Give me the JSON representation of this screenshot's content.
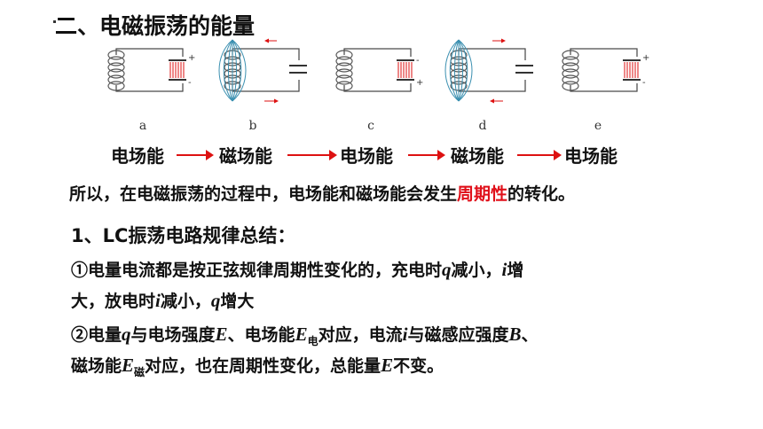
{
  "heading": "二、电磁振荡的能量",
  "panels": {
    "labels": [
      "a",
      "b",
      "c",
      "d",
      "e"
    ],
    "plus": "+",
    "minus": "-"
  },
  "energy_sequence": [
    "电场能",
    "磁场能",
    "电场能",
    "磁场能",
    "电场能"
  ],
  "summary": {
    "before": "所以，在电磁振荡的过程中，电场能和磁场能会发生",
    "highlight": "周期性",
    "after": "的转化。"
  },
  "section1": {
    "title": "1、LC振荡电路规律总结：",
    "p1_line1": "①电量电流都是按正弦规律周期性变化的，充电时",
    "p1_q": "q",
    "p1_mid": "减小，",
    "p1_i": "i",
    "p1_end": "增",
    "p1_line2_a": "大，放电时",
    "p1_line2_i": "i",
    "p1_line2_b": "减小，",
    "p1_line2_q": "q",
    "p1_line2_c": "增大",
    "p2_a": "②电量",
    "p2_q": "q",
    "p2_b": "与电场强度",
    "p2_E": "E",
    "p2_c": "、电场能",
    "p2_E2": "E",
    "p2_sub_elec": "电",
    "p2_d": "对应，电流",
    "p2_i": "i",
    "p2_e": "与磁感应强度",
    "p2_B": "B",
    "p2_f": "、",
    "p3_a": "磁场能",
    "p3_E": "E",
    "p3_sub_mag": "磁",
    "p3_b": "对应，也在周期性变化，总能量",
    "p3_E2": "E",
    "p3_c": "不变。"
  },
  "colors": {
    "accent": "#e0101a",
    "arrow": "#dd1111",
    "field_line": "#3a8fb0"
  }
}
